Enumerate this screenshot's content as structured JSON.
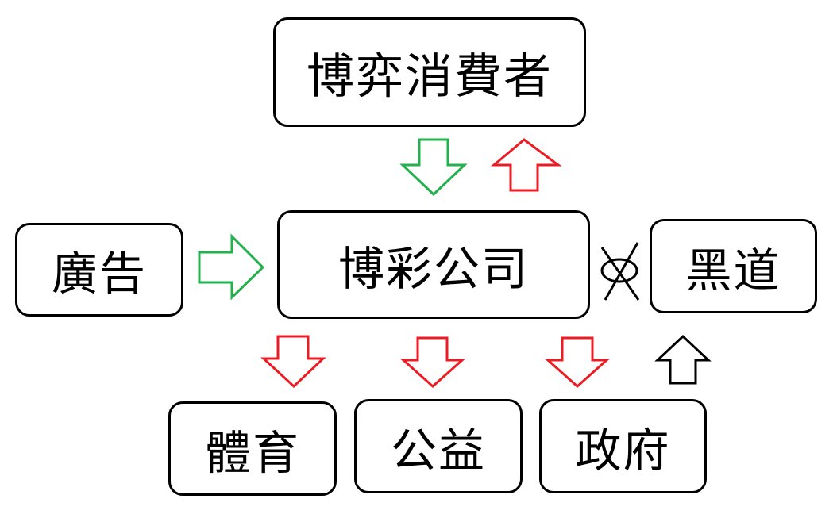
{
  "boxes": {
    "consumer": "博弈消費者",
    "company": "博彩公司",
    "advertising": "廣告",
    "gangs": "黑道",
    "sports": "體育",
    "welfare": "公益",
    "government": "政府"
  },
  "colors": {
    "green_arrow": "#22b14c",
    "red_arrow": "#ed1c24",
    "black": "#000000"
  }
}
